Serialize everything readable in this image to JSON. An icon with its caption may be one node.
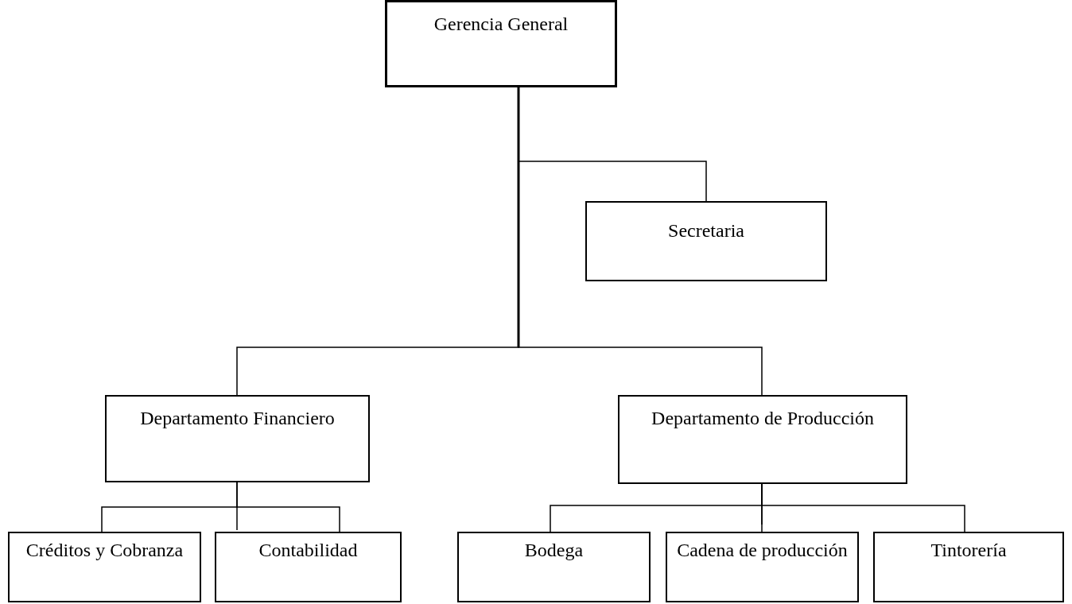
{
  "diagram": {
    "nodes": [
      {
        "text": [
          "Gerencia General"
        ]
      },
      {
        "text": [
          "Secretaria"
        ]
      },
      {
        "text": [
          "Departamento Financiero"
        ]
      },
      {
        "text": [
          "Departamento de Producción"
        ]
      },
      {
        "text": [
          "Créditos y Cobranza"
        ]
      },
      {
        "text": [
          "Contabilidad"
        ]
      },
      {
        "text": [
          "Bodega"
        ]
      },
      {
        "text": [
          "Cadena de producción"
        ]
      },
      {
        "text": [
          "Tintorería"
        ]
      }
    ],
    "edges": [
      {
        "from": 0,
        "to": 1,
        "arrow": "none"
      },
      {
        "from": 0,
        "to": 2,
        "arrow": "none"
      },
      {
        "from": 0,
        "to": 3,
        "arrow": "none"
      },
      {
        "from": 2,
        "to": 4,
        "arrow": "none"
      },
      {
        "from": 2,
        "to": 5,
        "arrow": "none"
      },
      {
        "from": 3,
        "to": 6,
        "arrow": "none"
      },
      {
        "from": 3,
        "to": 7,
        "arrow": "none"
      },
      {
        "from": 3,
        "to": 8,
        "arrow": "none"
      }
    ]
  }
}
